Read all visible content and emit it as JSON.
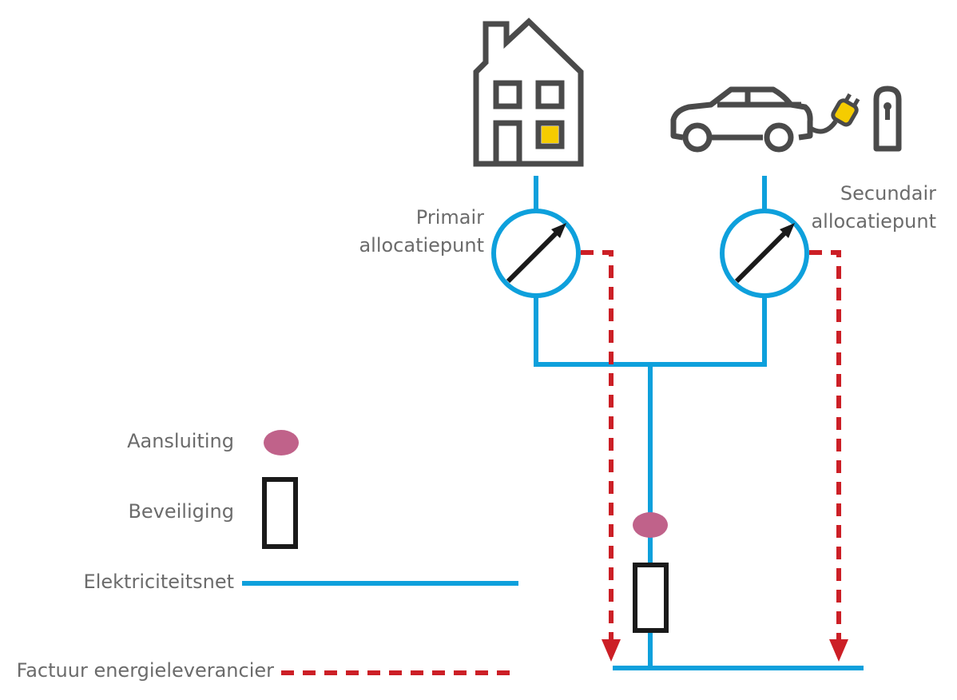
{
  "labels": {
    "primary_line1": "Primair",
    "primary_line2": "allocatiepunt",
    "secondary_line1": "Secundair",
    "secondary_line2": "allocatiepunt"
  },
  "legend": {
    "connection": "Aansluiting",
    "protection": "Beveiliging",
    "grid": "Elektriciteitsnet",
    "invoice": "Factuur energieleverancier"
  },
  "colors": {
    "grid_line": "#0ea0dc",
    "invoice_line": "#cc1f26",
    "connection_dot": "#c0628a",
    "icon_stroke": "#4a4a4a",
    "window_lit": "#f5cc00",
    "plug": "#f5cc00",
    "meter_needle": "#1a1a1a"
  },
  "icons": [
    "house-icon",
    "electric-car-icon",
    "plug-icon",
    "charging-station-icon",
    "meter-icon"
  ]
}
